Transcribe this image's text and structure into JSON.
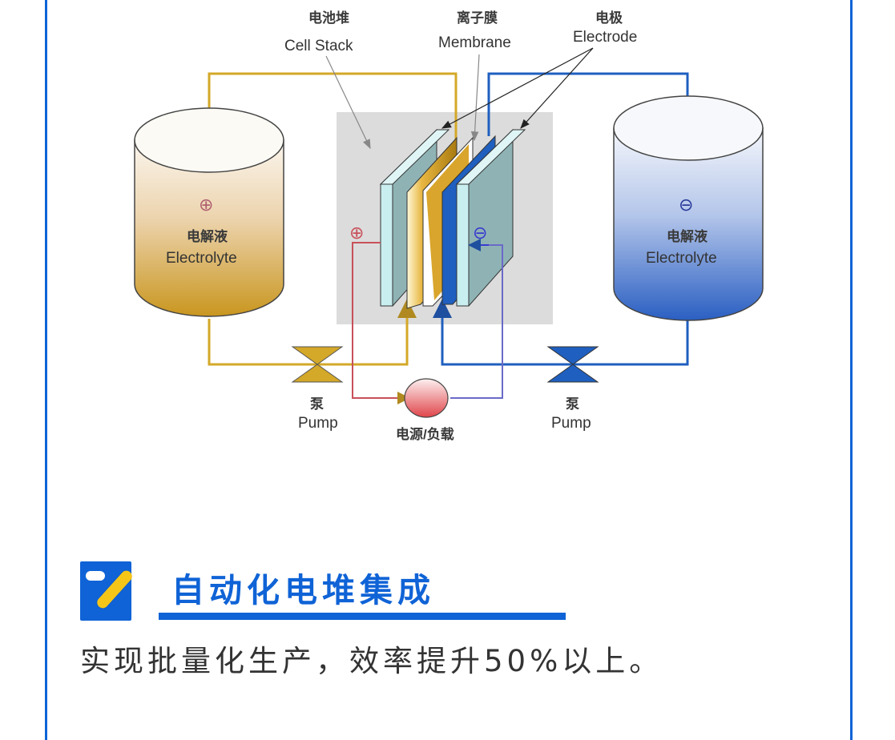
{
  "diagram": {
    "labels": {
      "cell_stack_zh": "电池堆",
      "cell_stack_en": "Cell Stack",
      "membrane_zh": "离子膜",
      "membrane_en": "Membrane",
      "electrode_zh": "电极",
      "electrode_en": "Electrode",
      "left_tank_sign": "⊕",
      "left_tank_zh": "电解液",
      "left_tank_en": "Electrolyte",
      "right_tank_sign": "⊖",
      "right_tank_zh": "电解液",
      "right_tank_en": "Electrolyte",
      "stack_plus": "⊕",
      "stack_minus": "⊖",
      "left_pump_zh": "泵",
      "left_pump_en": "Pump",
      "right_pump_zh": "泵",
      "right_pump_en": "Pump",
      "power_load": "电源/负载"
    },
    "colors": {
      "positive_pipe": "#d4a828",
      "negative_pipe": "#1f5fbf",
      "circuit_pos": "#c8505a",
      "circuit_neg": "#6a6ac8",
      "stack_bg": "#dcdcdc",
      "electrode_face": "#b9e0e4",
      "electrode_side": "#8fb3b5"
    }
  },
  "section": {
    "icon": "pencil-note-icon",
    "title": "自动化电堆集成",
    "body": "实现批量化生产，效率提升50%以上。",
    "accent": "#0f63d6"
  }
}
